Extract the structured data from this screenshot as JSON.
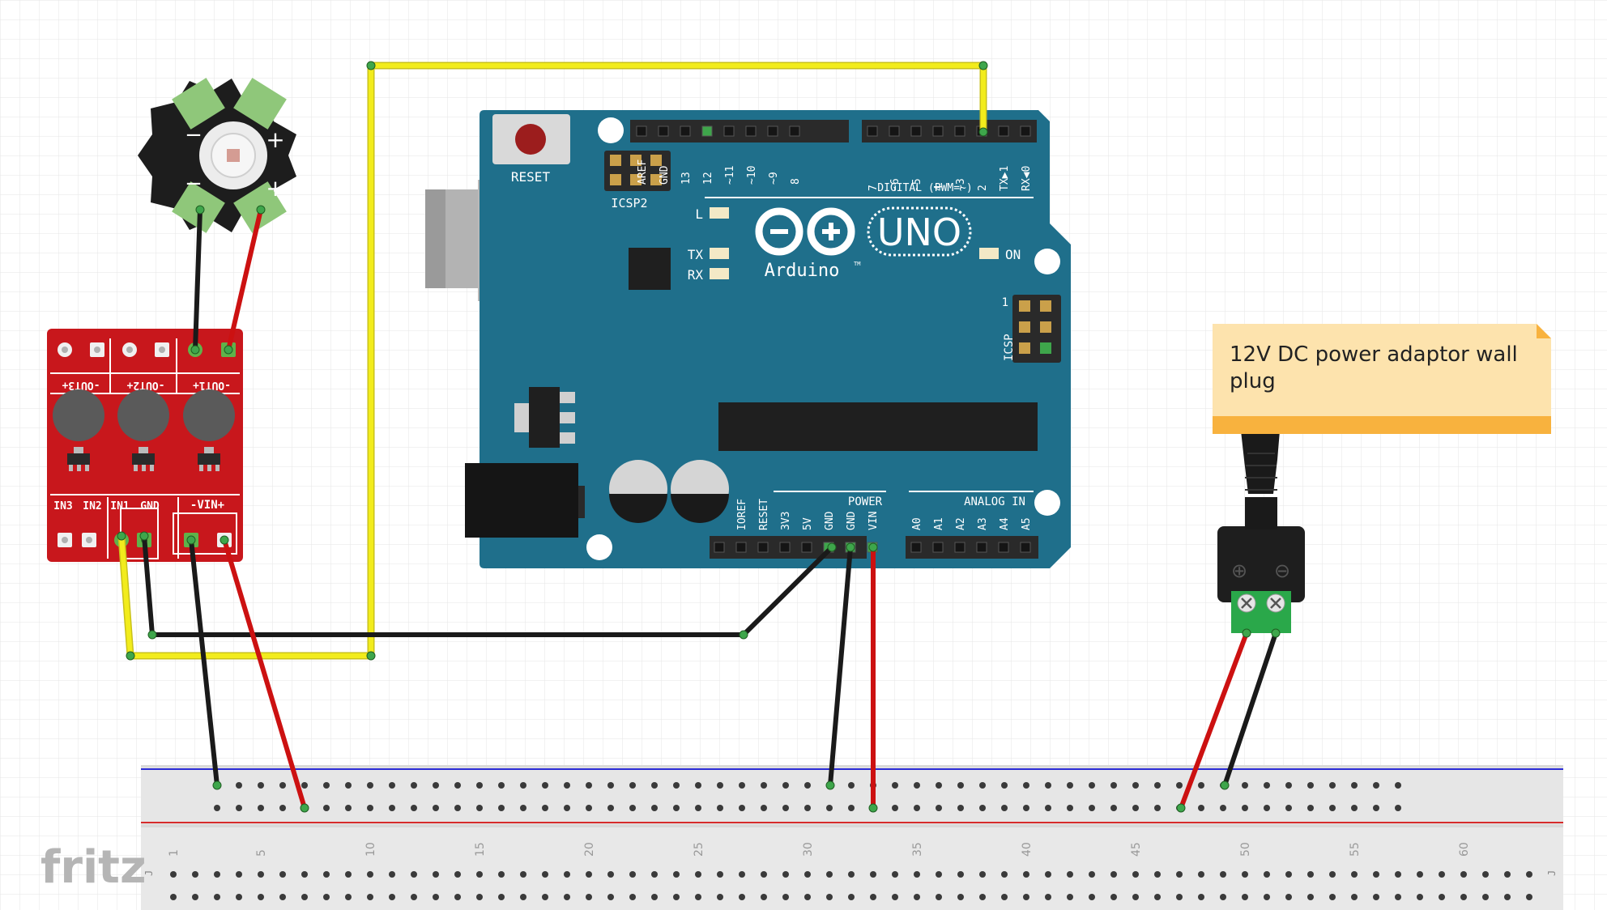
{
  "arduino": {
    "reset_label": "RESET",
    "icsp2_label": "ICSP2",
    "icsp_label": "ICSP",
    "icsp_pin1": "1",
    "digital_label": "DIGITAL (PWM=~)",
    "logo_text": "Arduino",
    "tm": "TM",
    "uno_label": "UNO",
    "led_l": "L",
    "led_tx": "TX",
    "led_rx": "RX",
    "led_on": "ON",
    "power_label": "POWER",
    "analog_label": "ANALOG IN",
    "digital_pins_left": [
      "AREF",
      "GND",
      "13",
      "12",
      "~11",
      "~10",
      "~9",
      "8"
    ],
    "digital_pins_right": [
      "7",
      "~6",
      "~5",
      "4",
      "~3",
      "2",
      "TX▶1",
      "RX◀0"
    ],
    "power_pins": [
      "IOREF",
      "RESET",
      "3V3",
      "5V",
      "GND",
      "GND",
      "VIN"
    ],
    "analog_pins": [
      "A0",
      "A1",
      "A2",
      "A3",
      "A4",
      "A5"
    ]
  },
  "driver": {
    "out_labels": [
      "-OUT3+",
      "-OUT2+",
      "-OUT1+"
    ],
    "in_labels": [
      "IN3",
      "IN2",
      "IN1",
      "GND"
    ],
    "vin_label": "-VIN+"
  },
  "led_star": {
    "minus": "−",
    "plus": "+"
  },
  "note": {
    "line1": "12V DC power adaptor wall",
    "line2": "plug"
  },
  "jack": {
    "plus": "⊕",
    "minus": "⊖"
  },
  "breadboard": {
    "column_numbers": [
      "1",
      "5",
      "10",
      "15",
      "20",
      "25",
      "30",
      "35",
      "40",
      "45",
      "50",
      "55",
      "60"
    ],
    "row_letter": "J"
  },
  "watermark": "fritz",
  "colors": {
    "arduino_teal": "#1f6f8b",
    "driver_red": "#c8171c",
    "wire_yellow": "#f2ec1c",
    "wire_red": "#cc1111",
    "wire_black": "#1a1a1a",
    "note_bg": "#fde3ad",
    "note_bar": "#f8b23e"
  }
}
